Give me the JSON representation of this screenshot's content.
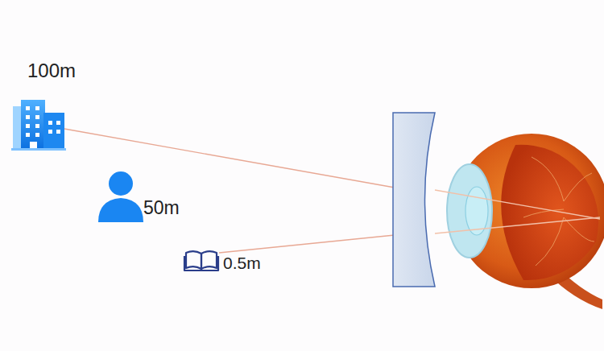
{
  "diagram": {
    "labels": [
      "100m",
      "50m",
      "0.5m"
    ]
  }
}
